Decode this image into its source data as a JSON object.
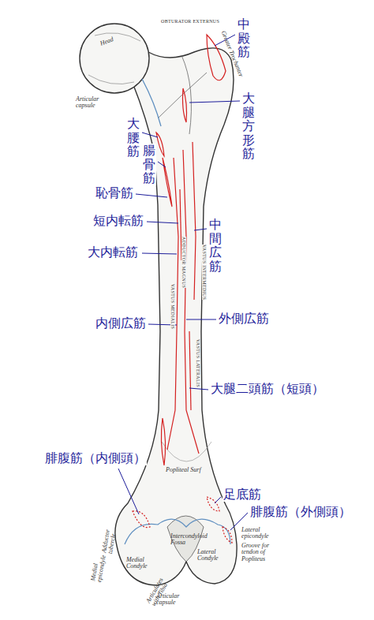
{
  "diagram": {
    "labels": [
      "中殿筋",
      "大腿方形筋",
      "大腰筋",
      "腸骨筋",
      "恥骨筋",
      "短内転筋",
      "大内転筋",
      "中間広筋",
      "内側広筋",
      "外側広筋",
      "大腿二頭筋（短頭）",
      "腓腹筋（内側頭）",
      "足底筋",
      "腓腹筋（外側頭）",
      "Head",
      "OBTURATOR EXTERNUS",
      "Greater Trochanter",
      "Articular capsule",
      "VASTUS INTERMEDIUS",
      "VASTUS MEDIALIS",
      "VASTUS LATERALIS",
      "ADDUCTOR MAGNUS",
      "Popliteal Surf",
      "Adductor tubercle",
      "Medial epicondyle",
      "Medial Condyle",
      "Intercondyloid Fossa",
      "Lateral Condyle",
      "Lateral epicondyle",
      "Groove for tendon of Popliteus",
      "Articulates with Tibia",
      "Articular capsule"
    ]
  }
}
